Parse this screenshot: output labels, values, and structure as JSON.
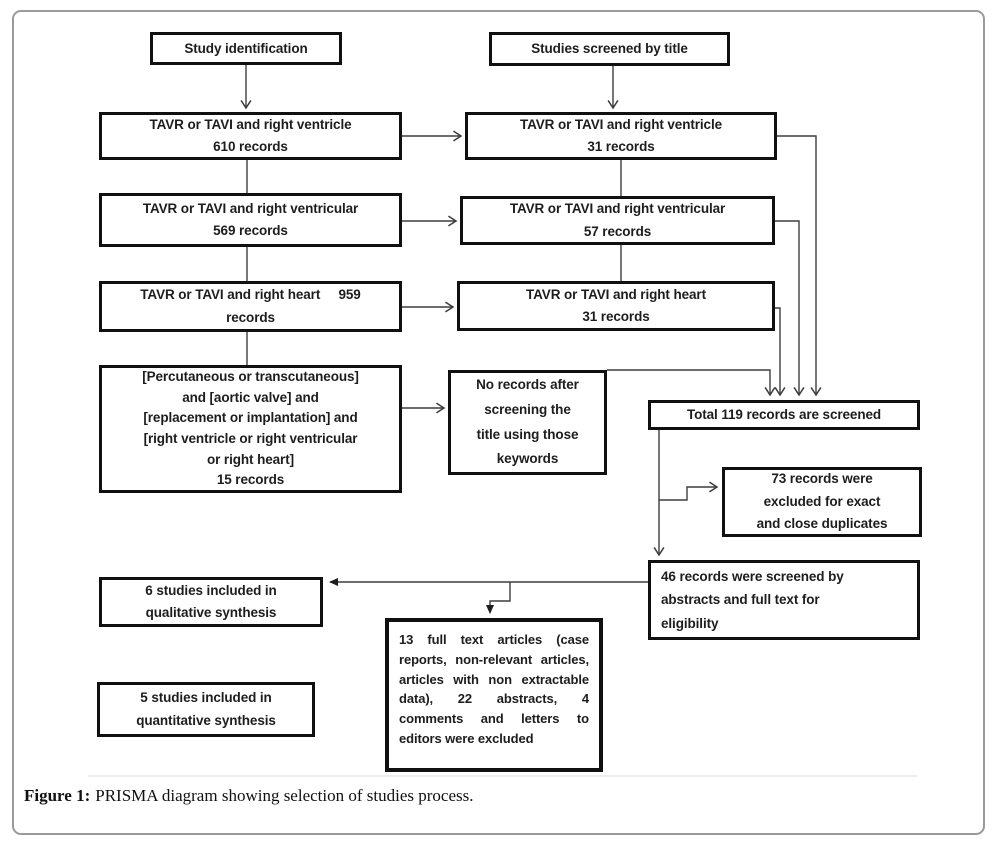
{
  "boxes": {
    "header_left": "Study identification",
    "header_right": "Studies screened by title",
    "left1": "TAVR or TAVI and right ventricle\n610 records",
    "right1": "TAVR or TAVI and right ventricle\n31 records",
    "left2": "TAVR or TAVI and right ventricular\n569 records",
    "right2": "TAVR or TAVI and right ventricular\n57 records",
    "left3": "TAVR or TAVI and right heart     959\nrecords",
    "right3": "TAVR or TAVI and right heart\n31 records",
    "keyword_combination": "[Percutaneous or transcutaneous]\nand [aortic valve] and\n[replacement or implantation] and\n[right ventricle or right ventricular\nor right heart]\n15 records",
    "no_records": "No records after\nscreening the\ntitle using those\nkeywords",
    "total_screened": "Total 119 records are screened",
    "excluded_duplicates": "73 records were\nexcluded for exact\nand close duplicates",
    "screened_abstracts": "46 records were screened by\nabstracts and full text for\neligibility",
    "qualitative": "6 studies included in\nqualitative synthesis",
    "quantitative": "5 studies included in\nquantitative synthesis",
    "excluded_fulltext": "13 full text articles (case reports, non-relevant articles, articles with non extractable data), 22 abstracts, 4 comments and letters to editors were excluded"
  },
  "caption": {
    "label": "Figure 1:",
    "text": "PRISMA diagram showing selection of studies process."
  },
  "colors": {
    "box_border": "#101010",
    "connector": "#3d3d3d",
    "frame_border": "#9a9a9a"
  }
}
